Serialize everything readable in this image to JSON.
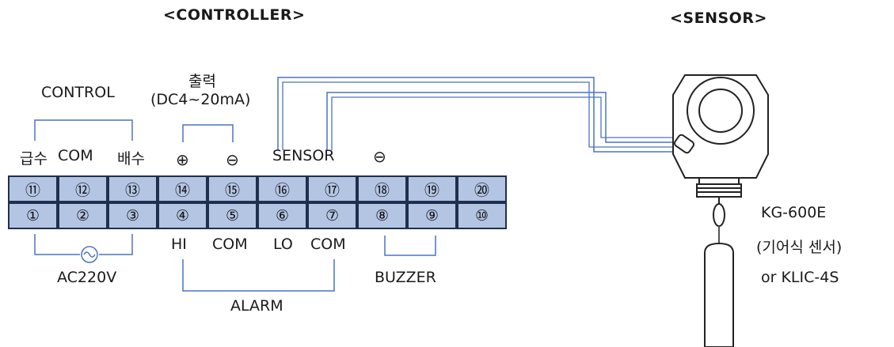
{
  "headers": {
    "controller": "<CONTROLLER>",
    "sensor": "<SENSOR>"
  },
  "labels": {
    "control": "CONTROL",
    "output": "출력",
    "output_range": "(DC4~20mA)",
    "supply": "급수",
    "com_top": "COM",
    "drain": "배수",
    "plus": "⊕",
    "minus": "⊖",
    "sensor": "SENSOR",
    "sensor_minus": "⊖",
    "hi": "HI",
    "com_b1": "COM",
    "lo": "LO",
    "com_b2": "COM",
    "ac": "AC220V",
    "alarm": "ALARM",
    "buzzer": "BUZZER",
    "model1": "KG-600E",
    "model2": "(기어식  센서)",
    "model3": "or KLIC-4S"
  },
  "terminals": {
    "top": [
      "⑪",
      "⑫",
      "⑬",
      "⑭",
      "⑮",
      "⑯",
      "⑰",
      "⑱",
      "⑲",
      "⑳"
    ],
    "bottom": [
      "①",
      "②",
      "③",
      "④",
      "⑤",
      "⑥",
      "⑦",
      "⑧",
      "⑨",
      "⑩"
    ]
  },
  "colors": {
    "terminal_fill": "#b4c5e4",
    "terminal_border": "#1f2f4f",
    "wire": "#4a74c4"
  }
}
